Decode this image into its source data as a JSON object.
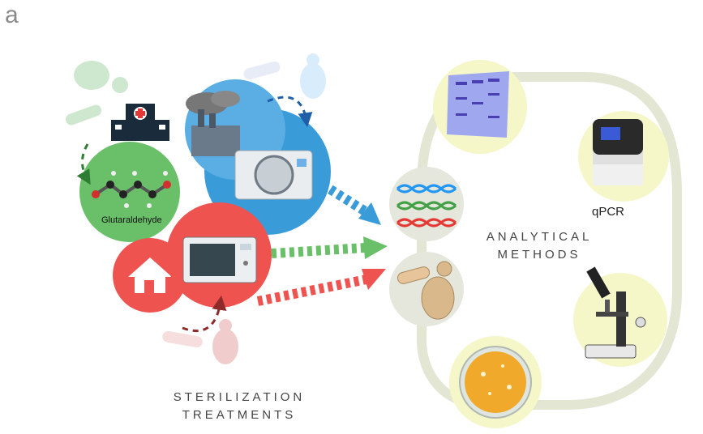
{
  "panel_letter": "a",
  "molecule_label": "Glutaraldehyde",
  "left_title": [
    "STERILIZATION",
    "TREATMENTS"
  ],
  "right_title": [
    "ANALYTICAL",
    "METHODS"
  ],
  "instrument_label": "qPCR",
  "icons": [
    "hospital-icon",
    "factory-icon",
    "home-icon",
    "autoclave-icon",
    "microwave-icon",
    "glutaraldehyde-molecule-icon",
    "gel-icon",
    "qpcr-machine-icon",
    "microscope-icon",
    "petri-dish-icon",
    "dna-icon",
    "microbe-icon"
  ],
  "colors": {
    "green": "#6abf69",
    "blue": "#3a9bd9",
    "red": "#ef5350",
    "cream": "#f6f7c9",
    "ring": "#e3e6d3"
  }
}
